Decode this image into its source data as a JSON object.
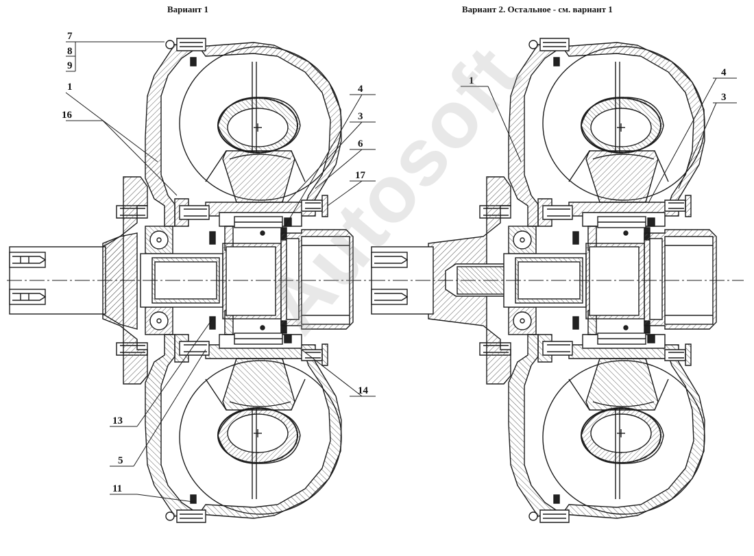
{
  "captions": {
    "variant1": "Вариант 1",
    "variant2": "Вариант 2. Остальное - см. вариант 1"
  },
  "callouts_v1": [
    "7",
    "8",
    "9",
    "1",
    "16",
    "4",
    "3",
    "6",
    "17",
    "14",
    "13",
    "5",
    "11"
  ],
  "callouts_v2": [
    "1",
    "4",
    "3"
  ],
  "watermark": "Autosoft",
  "colors": {
    "line": "#1a1a1a",
    "hatch": "#555555",
    "background": "#ffffff"
  }
}
